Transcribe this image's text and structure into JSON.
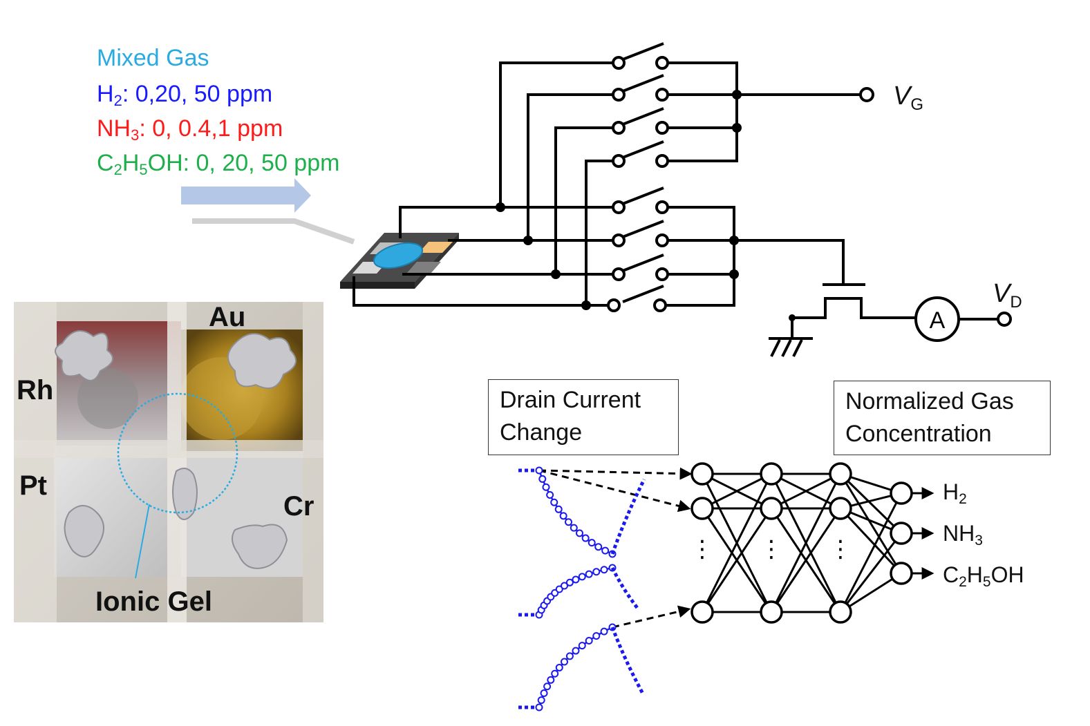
{
  "gas_panel": {
    "title": "Mixed Gas",
    "h2_formula": "H",
    "h2_sub": "2",
    "h2_values": ": 0,20, 50 ppm",
    "nh3_formula": "NH",
    "nh3_sub": "3",
    "nh3_values": ": 0, 0.4,1 ppm",
    "eth_c": "C",
    "eth_sub1": "2",
    "eth_h": "H",
    "eth_sub2": "5",
    "eth_rest": "OH: 0, 20, 50 ppm"
  },
  "circuit": {
    "vg_main": "V",
    "vg_sub": "G",
    "vd_main": "V",
    "vd_sub": "D",
    "ammeter": "A"
  },
  "photo": {
    "labels": {
      "au": "Au",
      "rh": "Rh",
      "pt": "Pt",
      "cr": "Cr",
      "gel": "Ionic Gel"
    }
  },
  "network": {
    "input_box": [
      "Drain Current",
      "Change"
    ],
    "output_box": [
      "Normalized Gas",
      "Concentration"
    ],
    "ellipsis": "⋮",
    "outputs": [
      {
        "main": "H",
        "sub": "2",
        "rest": ""
      },
      {
        "main": "NH",
        "sub": "3",
        "rest": ""
      },
      {
        "main": "C",
        "sub": "2",
        "mid": "H",
        "sub2": "5",
        "rest": "OH"
      }
    ]
  },
  "colors": {
    "title_cyan": "#29abe2",
    "h2_blue": "#1a1aff",
    "nh3_red": "#ff1a1a",
    "eth_green": "#1db04a",
    "arrow_blue": "#b4c7e7",
    "curve_blue": "#1a1aee"
  }
}
